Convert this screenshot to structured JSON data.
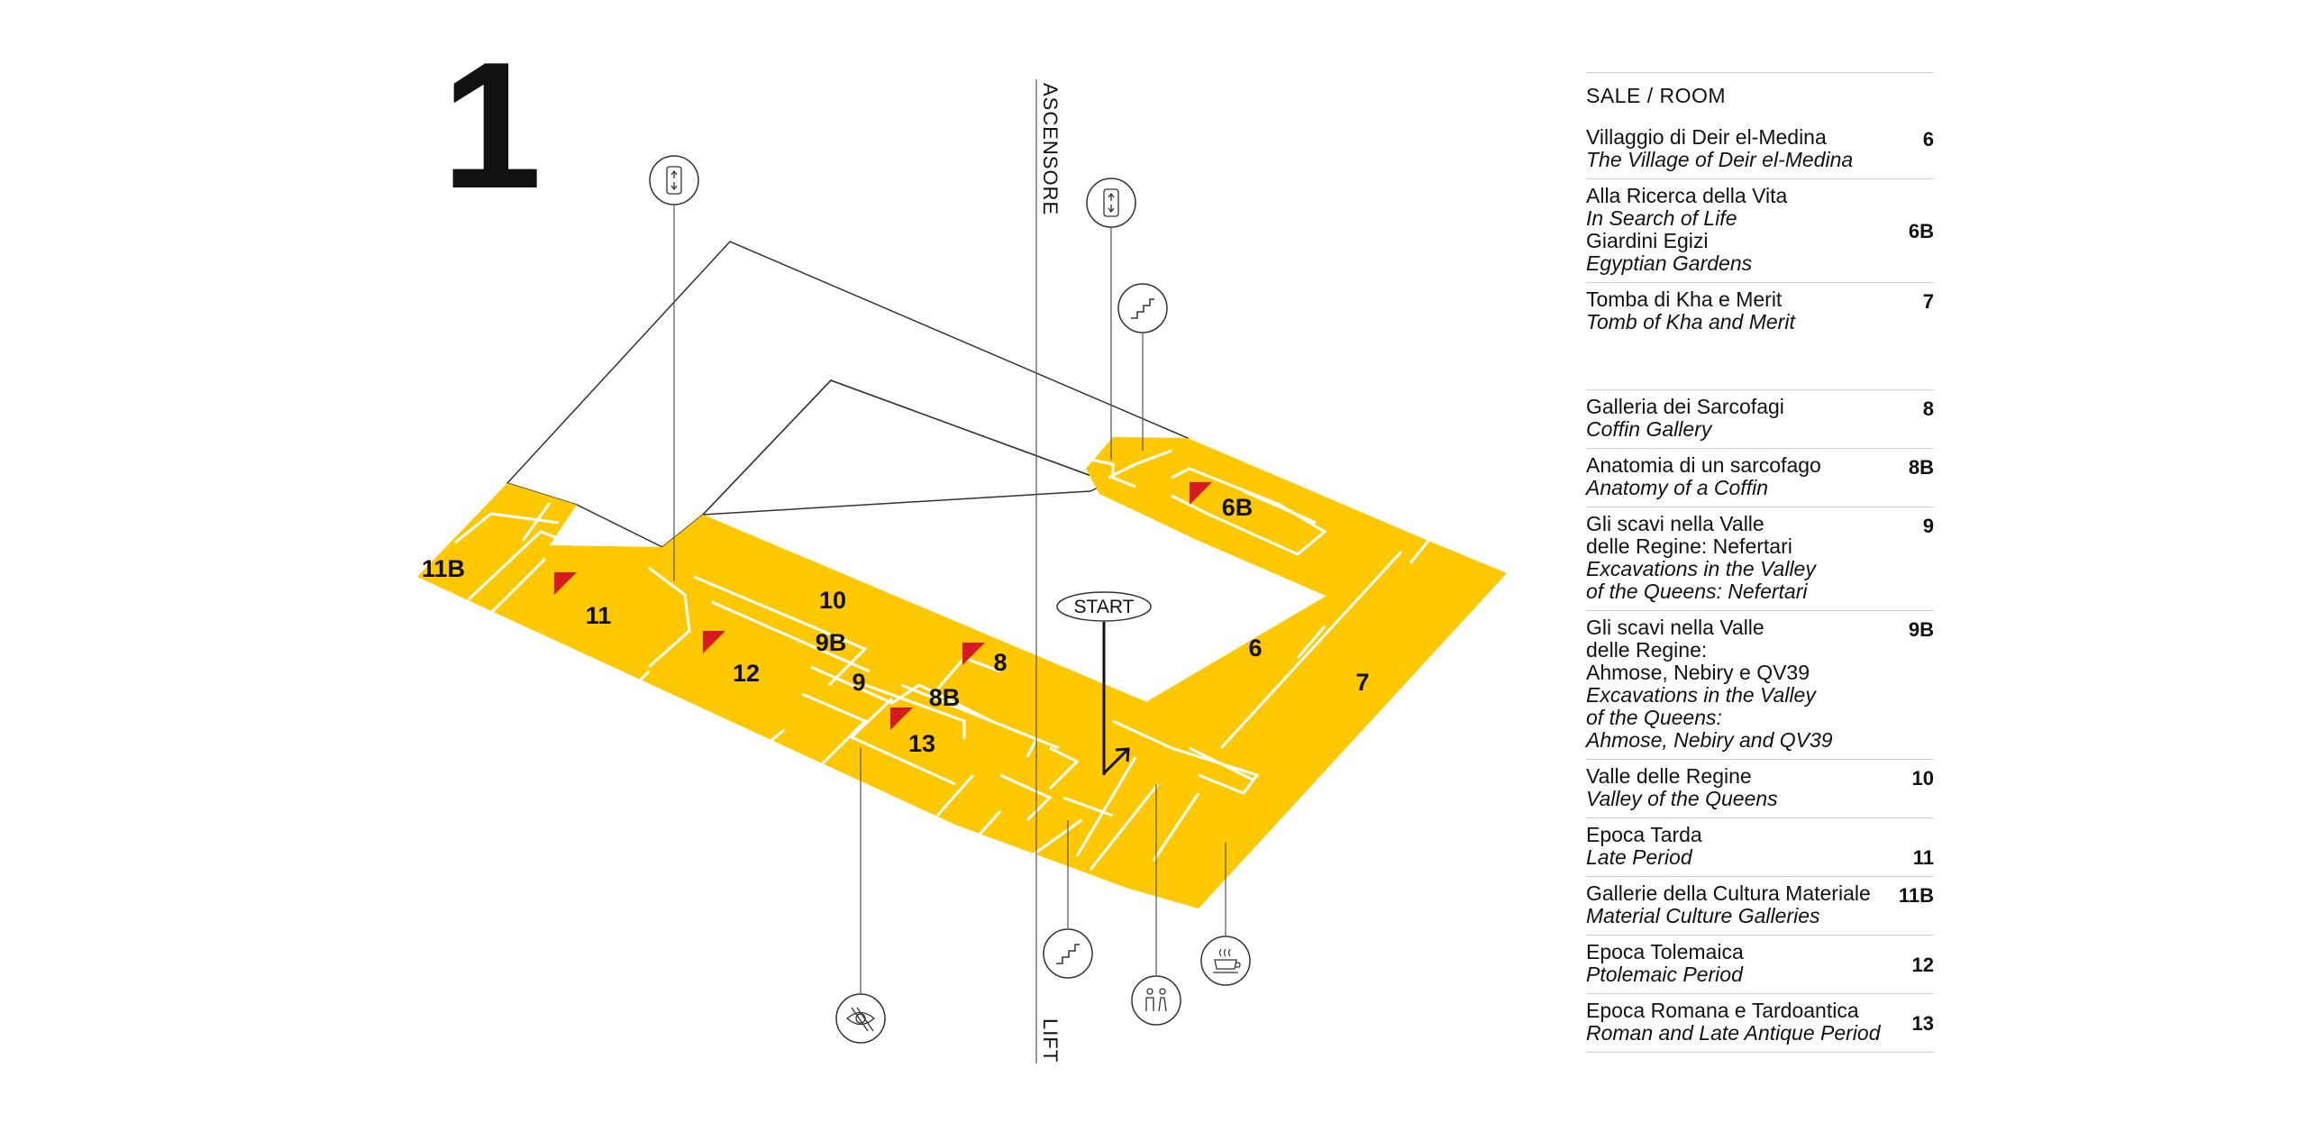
{
  "floor": "1",
  "vertical_labels": {
    "top": "ASCENSORE",
    "bottom": "LIFT"
  },
  "start_label": "START",
  "room_labels": [
    {
      "key": "r6",
      "label": "6"
    },
    {
      "key": "r6b",
      "label": "6B"
    },
    {
      "key": "r7",
      "label": "7"
    },
    {
      "key": "r8",
      "label": "8"
    },
    {
      "key": "r8b",
      "label": "8B"
    },
    {
      "key": "r9",
      "label": "9"
    },
    {
      "key": "r9b",
      "label": "9B"
    },
    {
      "key": "r10",
      "label": "10"
    },
    {
      "key": "r11",
      "label": "11"
    },
    {
      "key": "r11b",
      "label": "11B"
    },
    {
      "key": "r12",
      "label": "12"
    },
    {
      "key": "r13",
      "label": "13"
    }
  ],
  "icons": [
    {
      "key": "lift-left",
      "name": "lift-icon"
    },
    {
      "key": "lift-right",
      "name": "lift-icon"
    },
    {
      "key": "stairs-top",
      "name": "stairs-icon"
    },
    {
      "key": "stairs-bottom",
      "name": "stairs-icon"
    },
    {
      "key": "toilets",
      "name": "toilets-icon"
    },
    {
      "key": "cafe",
      "name": "coffee-cup-icon"
    },
    {
      "key": "no-photo",
      "name": "no-view-eye-icon"
    }
  ],
  "colors": {
    "floor": "#FFC800",
    "highlight": "#D71920",
    "line": "#333333"
  },
  "legend": {
    "header": "SALE / ROOM",
    "rows": [
      {
        "lines": [
          {
            "t": "Villaggio di Deir el-Medina",
            "it": false
          },
          {
            "t": "The Village of Deir el-Medina",
            "it": true
          }
        ],
        "num": "6"
      },
      {
        "lines": [
          {
            "t": "Alla Ricerca della Vita",
            "it": false
          },
          {
            "t": "In Search of Life",
            "it": true
          },
          {
            "t": "Giardini Egizi",
            "it": false
          },
          {
            "t": "Egyptian Gardens",
            "it": true
          }
        ],
        "num": "6B"
      },
      {
        "lines": [
          {
            "t": "Tomba di Kha e Merit",
            "it": false
          },
          {
            "t": "Tomb of Kha and Merit",
            "it": true
          }
        ],
        "num": "7"
      },
      {
        "lines": [
          {
            "t": "Galleria dei Sarcofagi",
            "it": false
          },
          {
            "t": "Coffin Gallery",
            "it": true
          }
        ],
        "num": "8"
      },
      {
        "lines": [
          {
            "t": "Anatomia di un sarcofago",
            "it": false
          },
          {
            "t": "Anatomy of a Coffin",
            "it": true
          }
        ],
        "num": "8B"
      },
      {
        "lines": [
          {
            "t": "Gli scavi nella Valle",
            "it": false
          },
          {
            "t": "delle Regine: Nefertari",
            "it": false
          },
          {
            "t": "Excavations in the Valley",
            "it": true
          },
          {
            "t": "of the Queens: Nefertari",
            "it": true
          }
        ],
        "num": "9"
      },
      {
        "lines": [
          {
            "t": "Gli scavi nella Valle",
            "it": false
          },
          {
            "t": "delle Regine:",
            "it": false
          },
          {
            "t": "Ahmose, Nebiry e QV39",
            "it": false
          },
          {
            "t": "Excavations in the Valley",
            "it": true
          },
          {
            "t": "of the Queens:",
            "it": true
          },
          {
            "t": "Ahmose, Nebiry and QV39",
            "it": true
          }
        ],
        "num": "9B"
      },
      {
        "lines": [
          {
            "t": "Valle delle Regine",
            "it": false
          },
          {
            "t": "Valley of the Queens",
            "it": true
          }
        ],
        "num": "10"
      },
      {
        "lines": [
          {
            "t": "Epoca Tarda",
            "it": false
          },
          {
            "t": "Late Period",
            "it": true
          }
        ],
        "num": "11"
      },
      {
        "lines": [
          {
            "t": "Gallerie della Cultura Materiale",
            "it": false
          },
          {
            "t": "Material Culture Galleries",
            "it": true
          }
        ],
        "num": "11B"
      },
      {
        "lines": [
          {
            "t": "Epoca Tolemaica",
            "it": false
          },
          {
            "t": "Ptolemaic Period",
            "it": true
          }
        ],
        "num": "12"
      },
      {
        "lines": [
          {
            "t": "Epoca Romana e Tardoantica",
            "it": false
          },
          {
            "t": "Roman and Late Antique Period",
            "it": true
          }
        ],
        "num": "13"
      }
    ]
  }
}
